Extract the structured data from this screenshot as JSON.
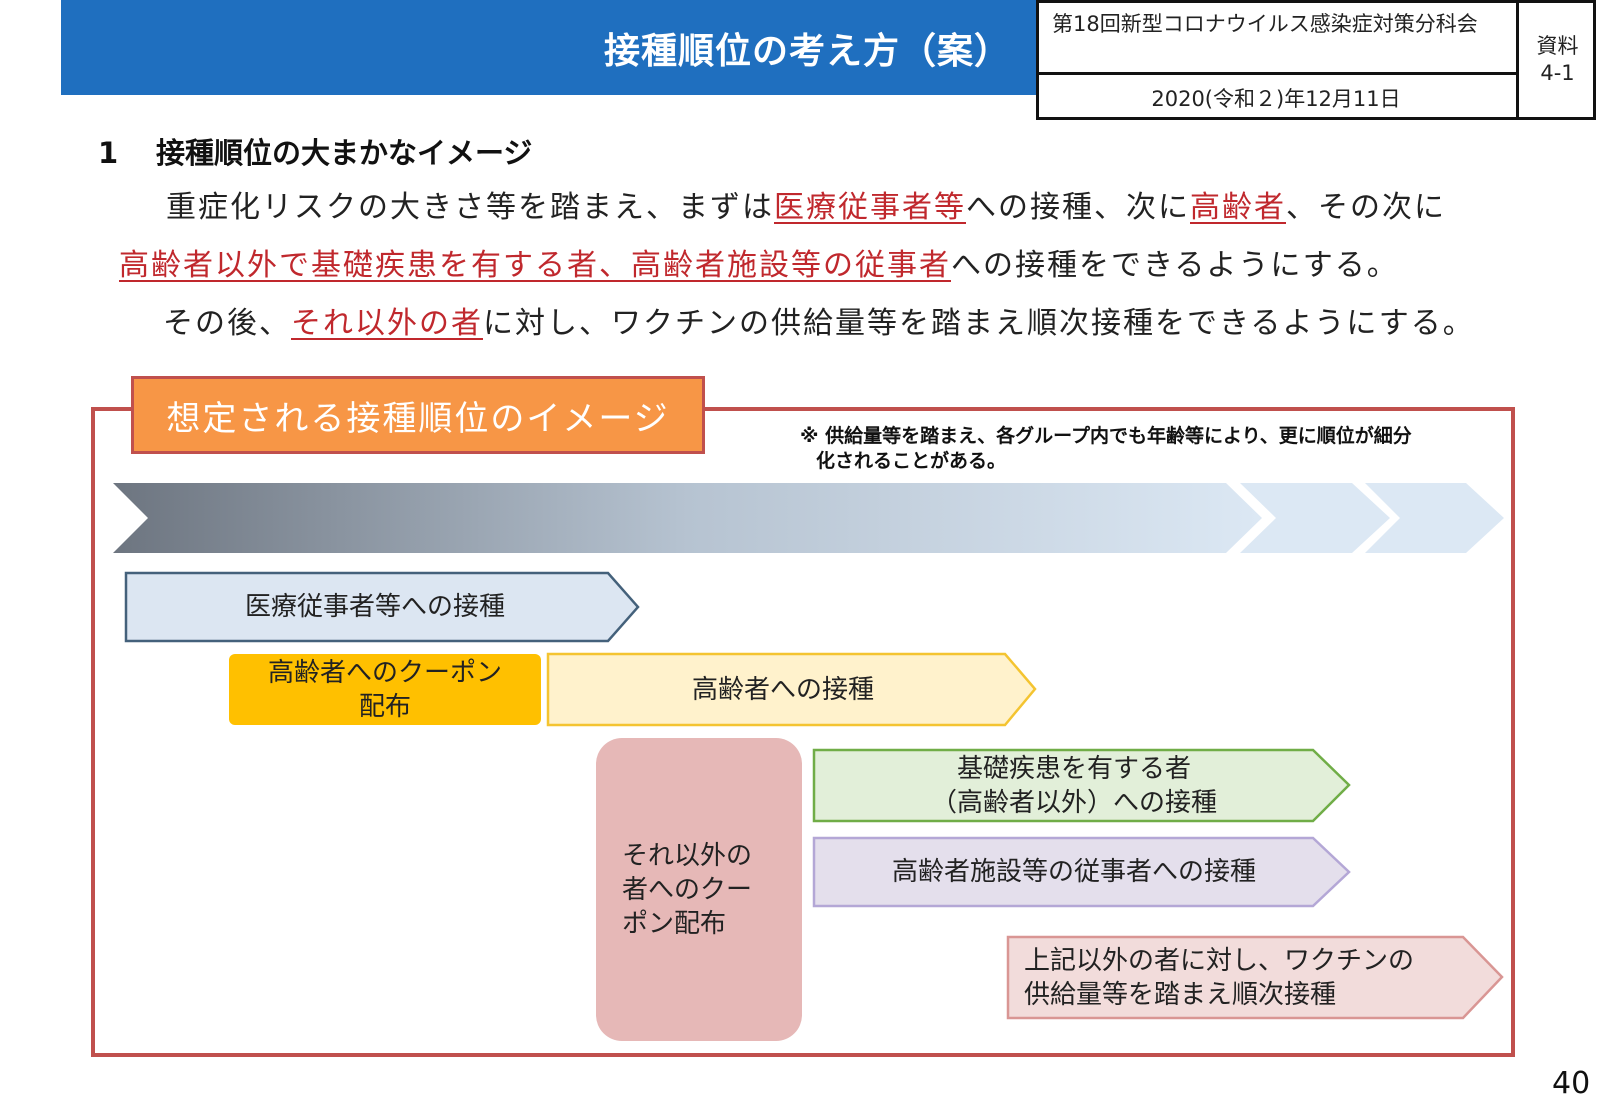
{
  "header": {
    "title": "接種順位の考え方（案）",
    "committee": "第18回新型コロナウイルス感染症対策分科会",
    "date": "2020(令和２)年12月11日",
    "doc_label": "資料",
    "doc_number": "4-1",
    "title_bar_color": "#1f6fbf"
  },
  "section": {
    "number": "1",
    "heading": "接種順位の大まかなイメージ",
    "para1": {
      "a": "重症化リスクの大きさ等を踏まえ、まずは",
      "b": "医療従事者等",
      "c": "への接種、次に",
      "d": "高齢者",
      "e": "、その次に"
    },
    "para2": {
      "a": "高齢者以外で基礎疾患を有する者、高齢者施設等の従事者",
      "b": "への接種をできるようにする。"
    },
    "para3": {
      "a": "その後、",
      "b": "それ以外の者",
      "c": "に対し、ワクチンの供給量等を踏まえ順次接種をできるようにする。"
    },
    "highlight_color": "#c0282d"
  },
  "image": {
    "label": "想定される接種順位のイメージ",
    "note_line1": "※ 供給量等を踏まえ、各グループ内でも年齢等により、更に順位が細分",
    "note_line2": "化されることがある。",
    "items": {
      "medical": "医療従事者等への接種",
      "elderly_coupon_1": "高齢者へのクーポン",
      "elderly_coupon_2": "配布",
      "elderly": "高齢者への接種",
      "others_coupon_1": "それ以外の",
      "others_coupon_2": "者へのクー",
      "others_coupon_3": "ポン配布",
      "underlying_1": "基礎疾患を有する者",
      "underlying_2": "（高齢者以外）への接種",
      "facility": "高齢者施設等の従事者への接種",
      "rest_1": "上記以外の者に対し、ワクチンの",
      "rest_2": "供給量等を踏まえ順次接種"
    },
    "colors": {
      "frame": "#c0504d",
      "label_bg": "#f79646",
      "medical": "#dce6f2",
      "coupon": "#ffc000",
      "elderly": "#fff2cc",
      "others_coupon": "#e6b8b7",
      "underlying": "#e2efd9",
      "facility": "#e4dfec",
      "rest": "#f2dcdb"
    }
  },
  "page_number": "40"
}
